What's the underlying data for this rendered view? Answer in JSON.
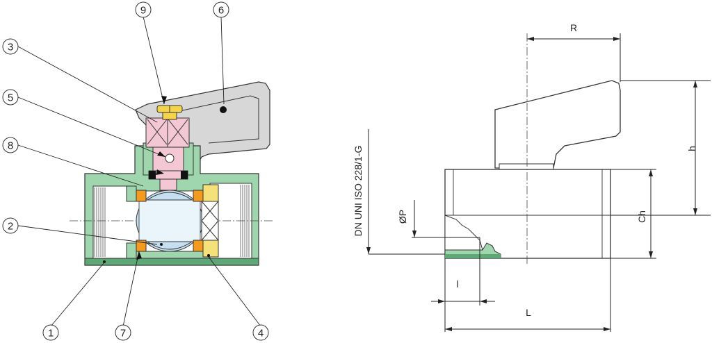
{
  "colors": {
    "body": "#9fd6ad",
    "body_dark": "#5ea777",
    "stem": "#f3c7d3",
    "handle": "#d7d7d7",
    "ball": "#c5dff0",
    "seat": "#f39a1f",
    "nut": "#f4e17a",
    "screw": "#f5d44a",
    "outline": "#333333"
  },
  "callouts": [
    {
      "id": "9",
      "label": "9"
    },
    {
      "id": "6",
      "label": "6"
    },
    {
      "id": "3",
      "label": "3"
    },
    {
      "id": "5",
      "label": "5"
    },
    {
      "id": "8",
      "label": "8"
    },
    {
      "id": "2",
      "label": "2"
    },
    {
      "id": "1",
      "label": "1"
    },
    {
      "id": "7",
      "label": "7"
    },
    {
      "id": "4",
      "label": "4"
    }
  ],
  "dimensions": {
    "R": "R",
    "h": "h",
    "Ch": "Ch",
    "P": "ØP",
    "l": "l",
    "L": "L"
  },
  "standard": "DN UNI ISO 228/1-G"
}
